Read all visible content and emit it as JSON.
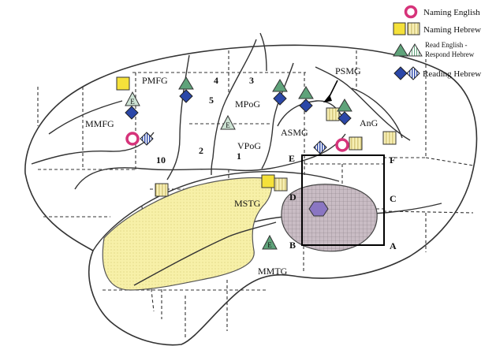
{
  "legend": {
    "naming_english": "Naming English",
    "naming_hebrew": "Naming Hebrew",
    "read_english_line1": "Read English -",
    "read_english_line2": "Respond Hebrew",
    "reading_hebrew": "Reading Hebrew"
  },
  "regions": {
    "pmfg": "PMFG",
    "mmfg": "MMFG",
    "mpog": "MPoG",
    "vpog": "VPoG",
    "asmg": "ASMG",
    "psmg": "PSMG",
    "ang": "AnG",
    "mstg": "MSTG",
    "mmtg": "MMTG"
  },
  "zone_numbers": {
    "n1": "1",
    "n2": "2",
    "n3": "3",
    "n4": "4",
    "n5": "5",
    "n10": "10"
  },
  "zone_letters": {
    "a": "A",
    "b": "B",
    "c": "C",
    "d": "D",
    "e": "E",
    "f": "F"
  },
  "marker_text": {
    "e": "E"
  },
  "colors": {
    "naming_english": "#d6337a",
    "naming_hebrew_fill": "#f5e13a",
    "naming_hebrew_light": "#f7efb5",
    "read_english": "#5fa37a",
    "reading_hebrew": "#2b47a8",
    "mstg_region": "#f7f0a8",
    "overlap_region": "#b8aab3"
  }
}
